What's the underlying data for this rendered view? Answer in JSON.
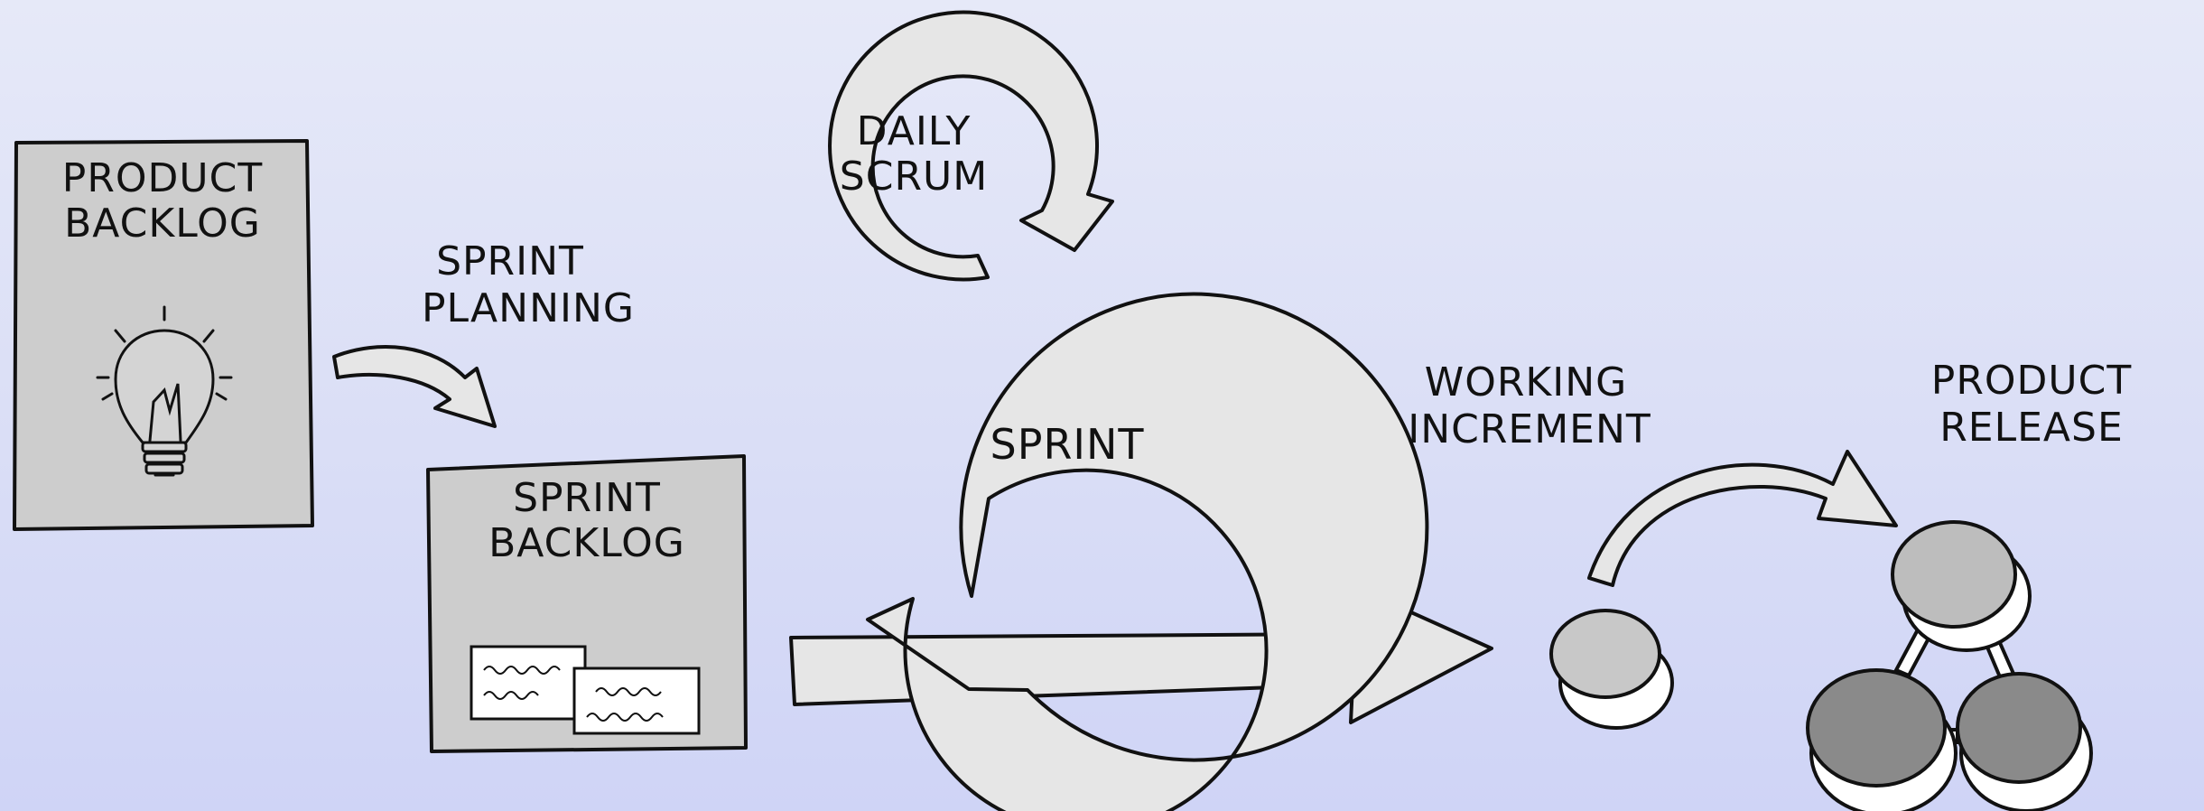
{
  "diagram": {
    "product_backlog": {
      "line1": "PRODUCT",
      "line2": "BACKLOG"
    },
    "sprint_planning": {
      "line1": "SPRINT",
      "line2": "PLANNING"
    },
    "sprint_backlog": {
      "line1": "SPRINT",
      "line2": "BACKLOG"
    },
    "daily_scrum": {
      "line1": "DAILY",
      "line2": "SCRUM"
    },
    "sprint": {
      "label": "SPRINT"
    },
    "working_increment": {
      "line1": "WORKING",
      "line2": "INCREMENT"
    },
    "product_release": {
      "line1": "PRODUCT",
      "line2": "RELEASE"
    },
    "colors": {
      "background": "#dcdff6",
      "panel_fill": "#cdcdcd",
      "arrow_fill": "#e6e6e6",
      "stroke": "#111111"
    }
  }
}
